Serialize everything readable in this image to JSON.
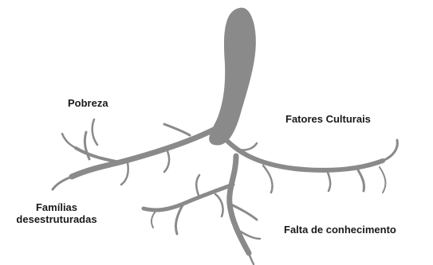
{
  "labels": {
    "pobreza": "Pobreza",
    "fatores_culturais": "Fatores Culturais",
    "familias_line1": "Famílias",
    "familias_line2": "desestruturadas",
    "falta_conhecimento": "Falta de conhecimento"
  },
  "colors": {
    "root_fill": "#8a8a8a",
    "root_stroke": "#8a8a8a",
    "text": "#1a1a1a",
    "background": "#ffffff"
  }
}
